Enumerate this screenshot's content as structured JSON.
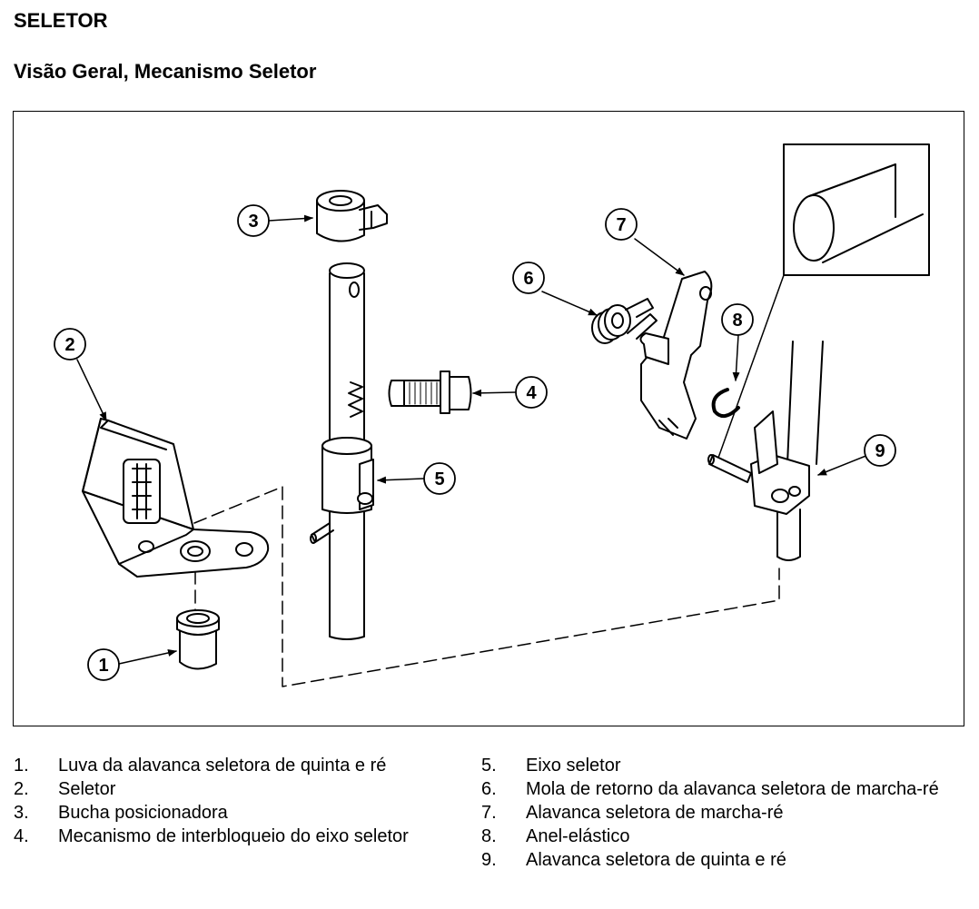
{
  "title": "SELETOR",
  "subtitle": "Visão Geral, Mecanismo Seletor",
  "callouts": [
    "1",
    "2",
    "3",
    "4",
    "5",
    "6",
    "7",
    "8",
    "9"
  ],
  "legend_left": [
    {
      "num": "1.",
      "text": "Luva da alavanca seletora de quinta e ré"
    },
    {
      "num": "2.",
      "text": "Seletor"
    },
    {
      "num": "3.",
      "text": "Bucha posicionadora"
    },
    {
      "num": "4.",
      "text": "Mecanismo de interbloqueio do eixo seletor"
    }
  ],
  "legend_right": [
    {
      "num": "5.",
      "text": "Eixo seletor"
    },
    {
      "num": "6.",
      "text": "Mola de retorno da alavanca seletora de marcha-ré"
    },
    {
      "num": "7.",
      "text": "Alavanca seletora de marcha-ré"
    },
    {
      "num": "8.",
      "text": "Anel-elástico"
    },
    {
      "num": "9.",
      "text": "Alavanca seletora de quinta e ré"
    }
  ]
}
